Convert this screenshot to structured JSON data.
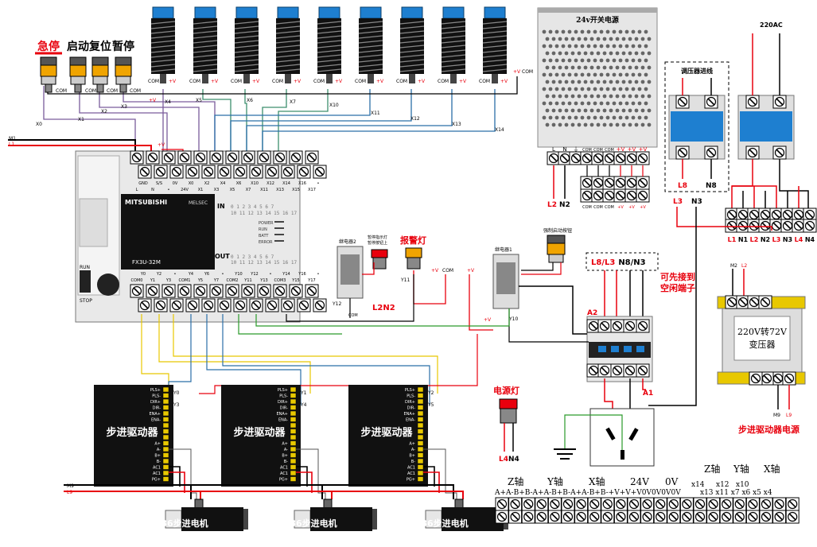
{
  "buttons": {
    "estop": "急停",
    "start": "启动",
    "reset": "复位",
    "pause": "暂停"
  },
  "sensor_inputs": [
    "X4",
    "X5",
    "X6",
    "X7",
    "X10",
    "X11",
    "X12",
    "X13",
    "X14"
  ],
  "button_inputs": [
    "X0",
    "X1",
    "X2",
    "X3"
  ],
  "labels": {
    "com": "COM",
    "pv": "+V",
    "m1": "M1",
    "l1": "L1",
    "supply_title": "24v开关电源",
    "plc_brand": "MITSUBISHI",
    "plc_series": "MELSEC",
    "plc_model": "FX3U-32M",
    "plc_in": "IN",
    "plc_out": "OUT",
    "plc_status": [
      "POWER",
      "RUN",
      "BATT",
      "ERROR"
    ],
    "plc_in_nums": "0 1 2 3 4 5 6 7",
    "plc_in_nums2": "10 11 12 13 14 15 16 17",
    "plc_out_nums": "0 1 2 3 4 5 6 7",
    "plc_out_nums2": "10 11 12 13 14 15 16 17",
    "run": "RUN",
    "stop": "STOP",
    "relay2": "继电器2",
    "relay1": "继电器1",
    "pause_light": "暂停指示灯\n暂停按钮上",
    "alarm_light": "报警灯",
    "force_start": "强制启动按钮",
    "regulator": "调压器进线",
    "ac220": "220AC",
    "l8": "L8",
    "n8": "N8",
    "l3": "L3",
    "n3": "N3",
    "l2n2": "L2N2",
    "l4n4": "L4N4",
    "l8l3": "L8/L3",
    "n8n3": "N8/N3",
    "idle_note": "可先接到\n空闲端子",
    "a1": "A1",
    "a2": "A2",
    "power_lamp": "电源灯",
    "transformer": "220V转72V\n变压器",
    "driver_supply": "步进驱动器电源",
    "driver": "步进驱动器",
    "motor": "86步进电机",
    "m9": "M9",
    "l9": "L9",
    "m2": "M2",
    "l2": "L2",
    "y12": "Y12",
    "y11": "Y11",
    "y10": "Y10"
  },
  "plc_top_row": [
    "GND",
    "S/S",
    "0V",
    "X0",
    "X2",
    "X4",
    "X6",
    "X10",
    "X12",
    "X14",
    "X16",
    "•"
  ],
  "plc_top_row2": [
    "L",
    "N",
    "•",
    "24V",
    "X1",
    "X3",
    "X5",
    "X7",
    "X11",
    "X13",
    "X15",
    "X17"
  ],
  "plc_bot_row": [
    "Y0",
    "Y2",
    "•",
    "Y4",
    "Y6",
    "•",
    "Y10",
    "Y12",
    "•",
    "Y14",
    "Y16",
    "•"
  ],
  "plc_bot_row2": [
    "COM0",
    "Y1",
    "Y3",
    "COM1",
    "Y5",
    "Y7",
    "COM2",
    "Y11",
    "Y13",
    "COM3",
    "Y15",
    "Y17"
  ],
  "supply_terms": [
    "L",
    "N",
    "⏚",
    "COM",
    "COM",
    "COM",
    "+V",
    "+V",
    "+V"
  ],
  "supply_block_bottom": [
    "COM",
    "COM",
    "COM",
    "+V",
    "+V",
    "+V"
  ],
  "breaker_terms": [
    "L1",
    "N1",
    "L2",
    "N2",
    "L3",
    "N3",
    "L4",
    "N4"
  ],
  "driver_pins": [
    "PLS+",
    "PLS-",
    "DIR+",
    "DIR-",
    "ENA+",
    "ENA-",
    "",
    "",
    "",
    "A+",
    "A-",
    "B+",
    "B-",
    "AC1",
    "AC1",
    "PG+"
  ],
  "drivers": [
    {
      "pls": "Y0",
      "dir": "Y3"
    },
    {
      "pls": "Y1",
      "dir": "Y4"
    },
    {
      "pls": "Y2",
      "dir": "Y5"
    }
  ],
  "term_strip": {
    "headers_top": [
      "Z轴",
      "Y轴",
      "X轴"
    ],
    "headers_mid": [
      "Z轴",
      "Y轴",
      "X轴",
      "24V",
      "0V"
    ],
    "header_nums_top": [
      "x14",
      "x12",
      "x10"
    ],
    "header_nums_bot": [
      "x13",
      "x11",
      "x7",
      "x6",
      "x5",
      "x4"
    ],
    "row": "A+A-B+B-A+A-B+B-A+A-B+B-+V+V+V0V0V0V0V"
  },
  "colors": {
    "red": "#e8000d",
    "blue": "#0b73c5",
    "orange": "#f5a623",
    "yellow": "#e8c800"
  }
}
